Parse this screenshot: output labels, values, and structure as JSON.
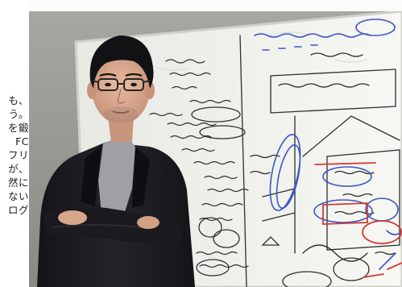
{
  "article": {
    "text_lines": [
      "も、",
      "う。",
      "を鍛",
      "FC",
      "フリ",
      "が、",
      "然に",
      "ない",
      "ログ"
    ]
  },
  "photo": {
    "subject": "man-with-crossed-arms-in-front-of-whiteboard",
    "colors": {
      "wall": "#9a9a94",
      "whiteboard": "#f2f2ee",
      "board_frame": "#d6d6d0",
      "marker_black": "#2b2b2b",
      "marker_blue": "#3b57c7",
      "marker_red": "#d23a34",
      "jacket": "#1d1d22",
      "shirt": "#9fa0a4",
      "skin": "#d9a98d",
      "hair": "#121214"
    }
  }
}
